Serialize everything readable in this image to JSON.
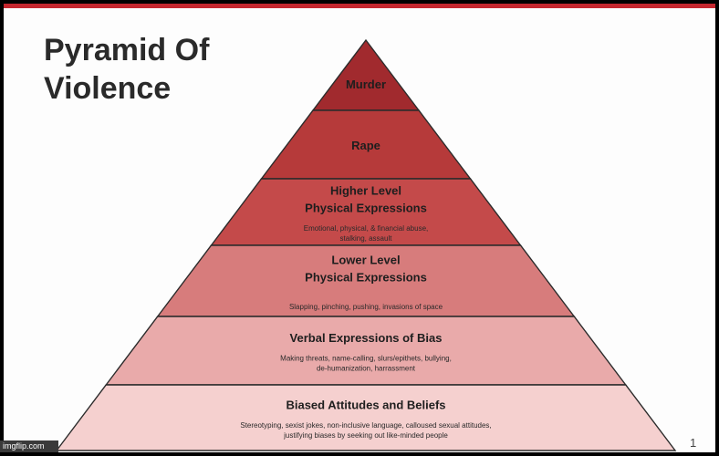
{
  "slide": {
    "title": "Pyramid Of\nViolence",
    "page_number": "1",
    "accent_color": "#c4262e"
  },
  "pyramid": {
    "levels": [
      {
        "title": [
          "Murder"
        ],
        "description": [],
        "color": "#a12a2e"
      },
      {
        "title": [
          "Rape"
        ],
        "description": [],
        "color": "#b63a3a"
      },
      {
        "title": [
          "Higher Level",
          "Physical Expressions"
        ],
        "description": [
          "Emotional, physical, & financial abuse,",
          "stalking, assault"
        ],
        "color": "#c44a4a"
      },
      {
        "title": [
          "Lower Level",
          "Physical Expressions"
        ],
        "description": [
          "Slapping, pinching, pushing, invasions of space"
        ],
        "color": "#d77c7c"
      },
      {
        "title": [
          "Verbal Expressions of Bias"
        ],
        "description": [
          "Making threats, name-calling, slurs/epithets, bullying,",
          "de-humanization, harrassment"
        ],
        "color": "#e9aaaa"
      },
      {
        "title": [
          "Biased Attitudes and Beliefs"
        ],
        "description": [
          "Stereotyping, sexist jokes, non-inclusive language, calloused sexual attitudes,",
          "justifying biases by seeking out like-minded people"
        ],
        "color": "#f5d0cf"
      }
    ]
  },
  "watermark": {
    "text": "imgflip.com"
  }
}
